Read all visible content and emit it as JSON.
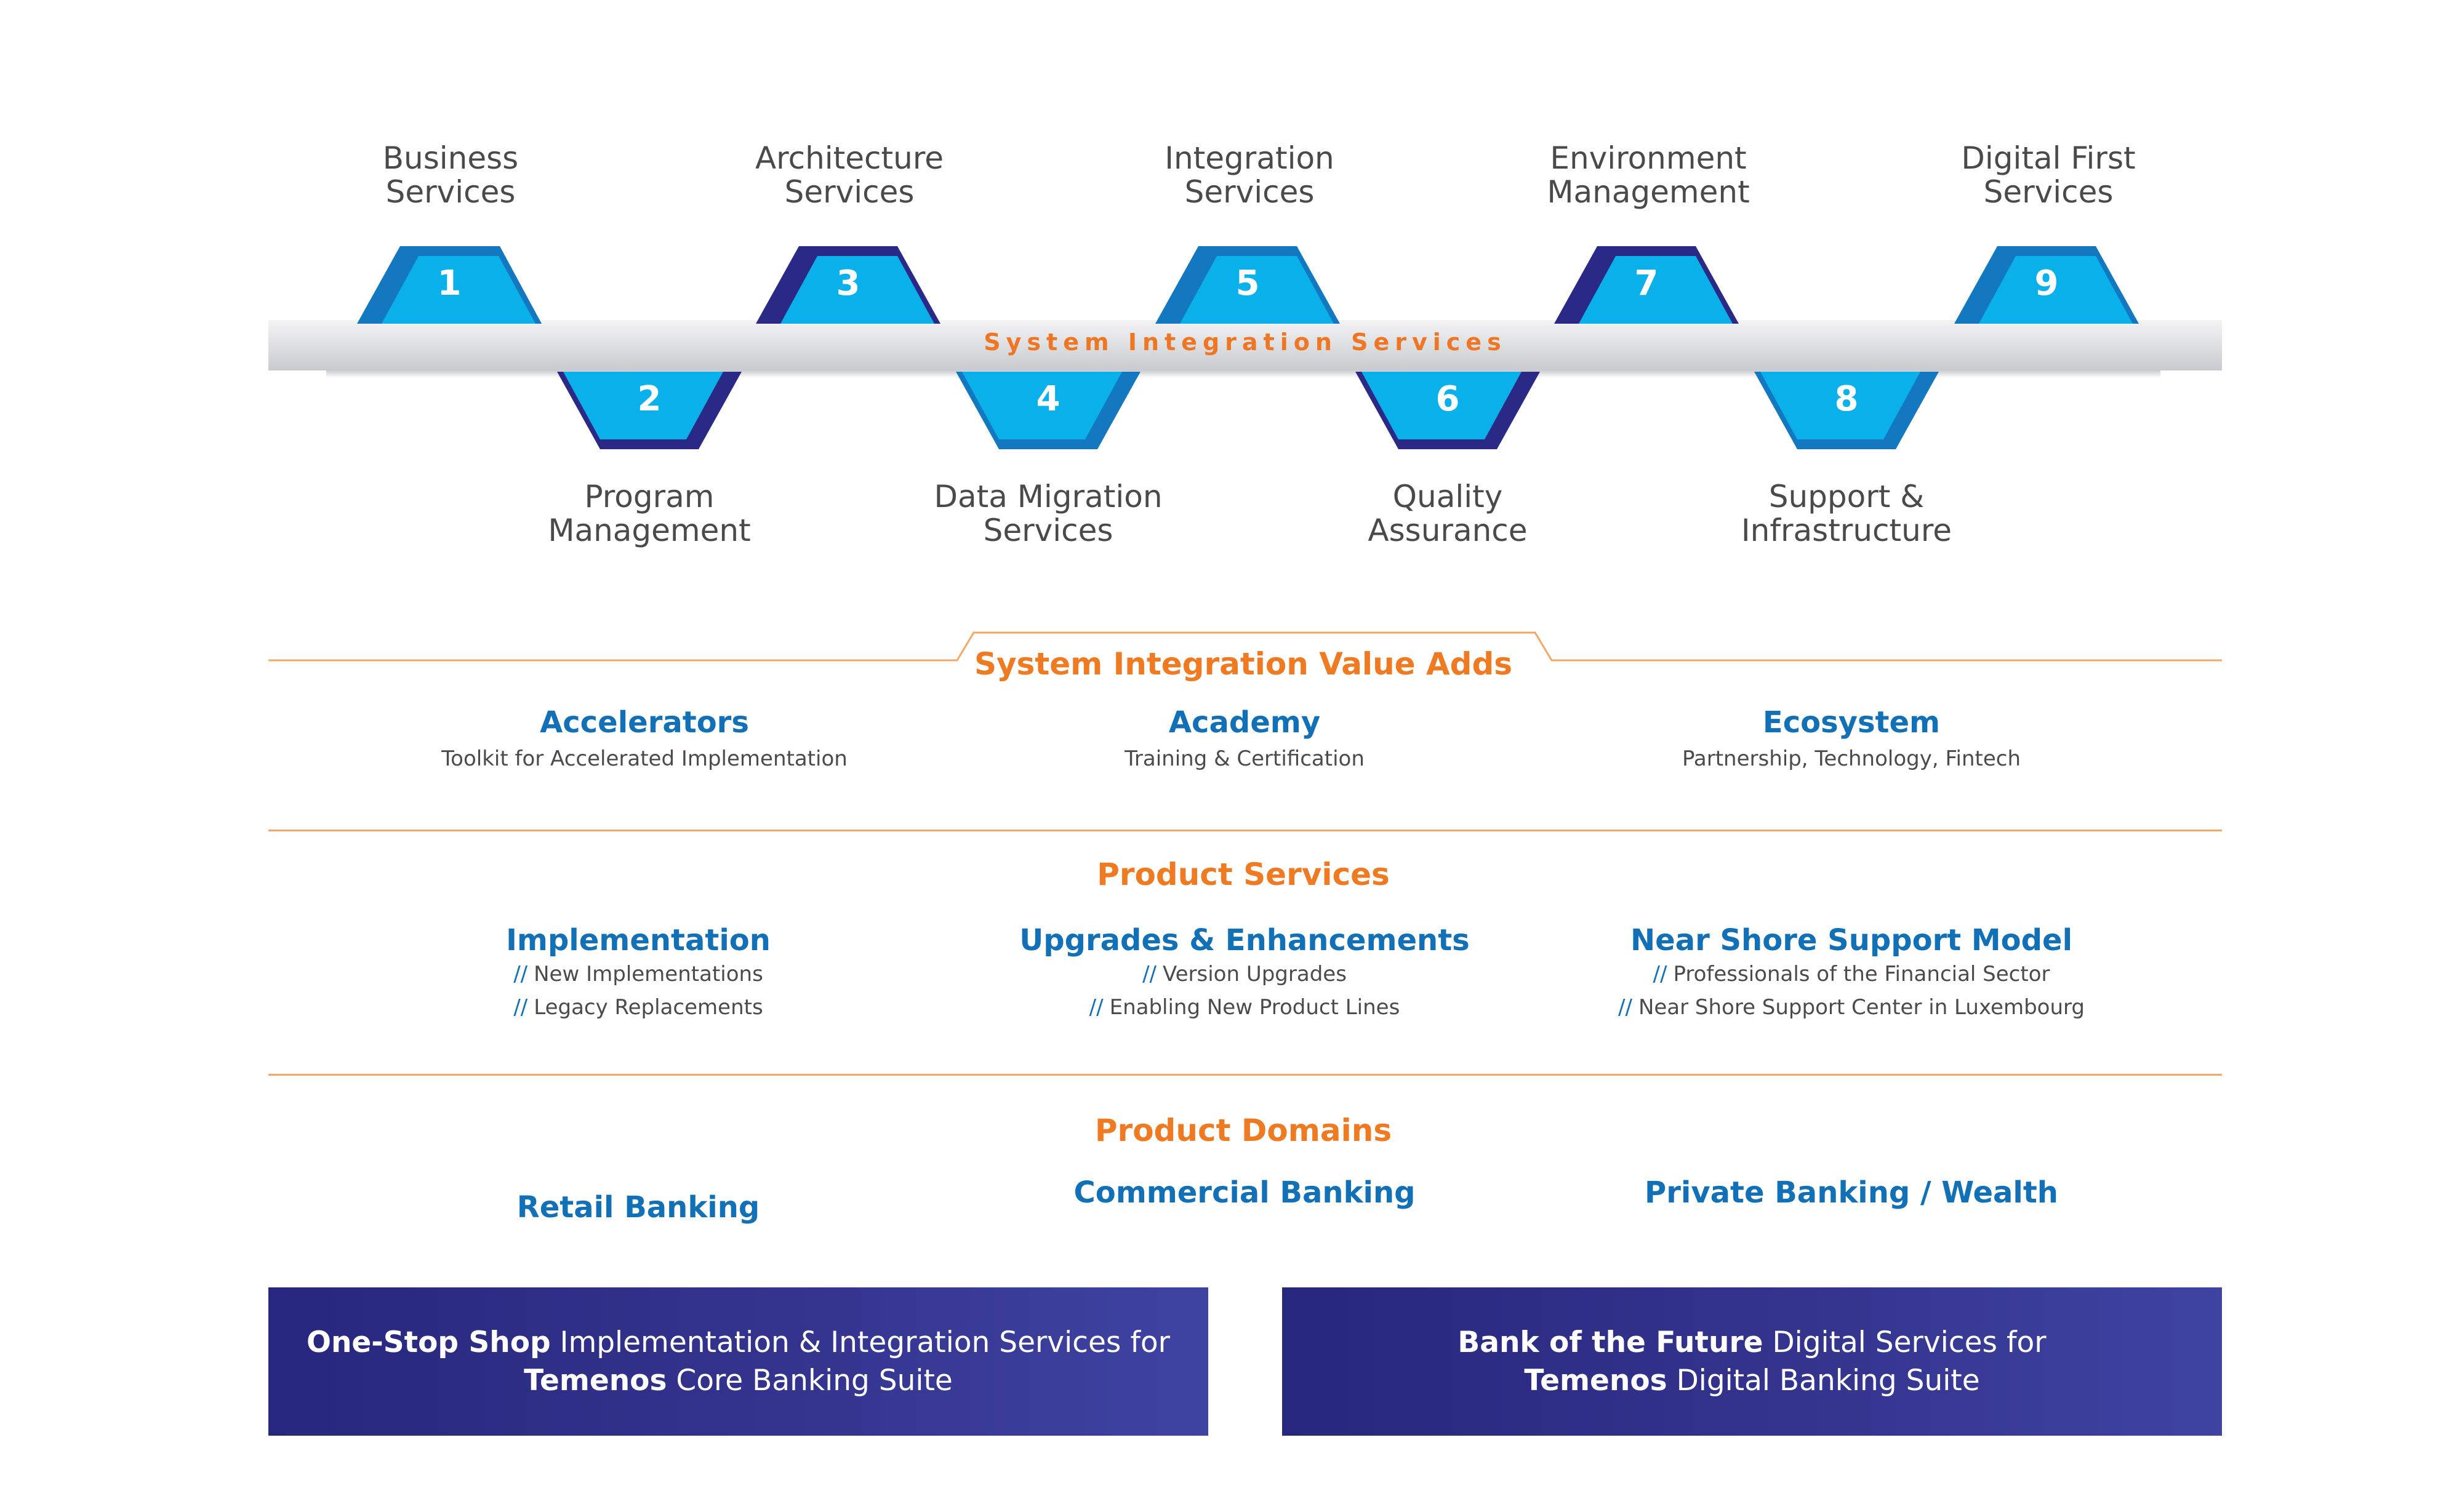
{
  "steps": [
    {
      "num": "1",
      "title": "Business\nServices"
    },
    {
      "num": "2",
      "title": "Program\nManagement"
    },
    {
      "num": "3",
      "title": "Architecture\nServices"
    },
    {
      "num": "4",
      "title": "Data Migration\nServices"
    },
    {
      "num": "5",
      "title": "Integration\nServices"
    },
    {
      "num": "6",
      "title": "Quality\nAssurance"
    },
    {
      "num": "7",
      "title": "Environment\nManagement"
    },
    {
      "num": "8",
      "title": "Support &\nInfrastructure"
    },
    {
      "num": "9",
      "title": "Digital First\nServices"
    }
  ],
  "bar_label": "System Integration Services",
  "value_adds": {
    "title": "System Integration Value Adds",
    "items": [
      {
        "heading": "Accelerators",
        "sub": "Toolkit for Accelerated Implementation"
      },
      {
        "heading": "Academy",
        "sub": "Training & Certification"
      },
      {
        "heading": "Ecosystem",
        "sub": "Partnership, Technology, Fintech"
      }
    ]
  },
  "product_services": {
    "title": "Product Services",
    "items": [
      {
        "heading": "Implementation",
        "lines": [
          "New Implementations",
          "Legacy Replacements"
        ]
      },
      {
        "heading": "Upgrades & Enhancements",
        "lines": [
          "Version Upgrades",
          "Enabling New Product Lines"
        ]
      },
      {
        "heading": "Near Shore Support Model",
        "lines": [
          "Professionals of the Financial Sector",
          "Near Shore Support Center in Luxembourg"
        ]
      }
    ],
    "slash": "//"
  },
  "product_domains": {
    "title": "Product Domains",
    "items": [
      "Retail Banking",
      "Commercial Banking",
      "Private Banking / Wealth"
    ]
  },
  "boxes": [
    {
      "bold1": "One-Stop Shop",
      "rest1": " Implementation & Integration Services for",
      "bold2": "Temenos",
      "rest2": " Core Banking Suite"
    },
    {
      "bold1": "Bank of the Future",
      "rest1": " Digital Services for",
      "bold2": "Temenos",
      "rest2": " Digital Banking Suite"
    }
  ],
  "colors": {
    "light_blue": "#0ab0ea",
    "mid_blue": "#1378c0",
    "dark_navy": "#2a2a86",
    "orange": "#ee7624",
    "heading_blue": "#1170b6"
  }
}
